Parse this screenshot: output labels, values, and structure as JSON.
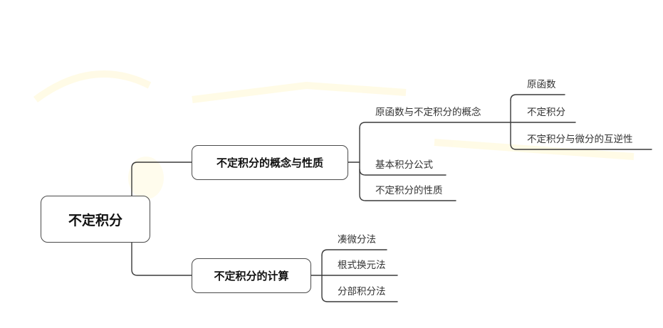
{
  "mindmap": {
    "root": {
      "label": "不定积分"
    },
    "branches": [
      {
        "label": "不定积分的概念与性质",
        "children": [
          {
            "label": "原函数与不定积分的概念",
            "children": [
              {
                "label": "原函数"
              },
              {
                "label": "不定积分"
              },
              {
                "label": "不定积分与微分的互逆性"
              }
            ]
          },
          {
            "label": "基本积分公式"
          },
          {
            "label": "不定积分的性质"
          }
        ]
      },
      {
        "label": "不定积分的计算",
        "children": [
          {
            "label": "凑微分法"
          },
          {
            "label": "根式换元法"
          },
          {
            "label": "分部积分法"
          }
        ]
      }
    ]
  },
  "colors": {
    "line": "#3a3a3a",
    "box_border": "#4a4a4a",
    "text": "#222222",
    "background": "#ffffff",
    "watermark": "#fffbe6"
  }
}
